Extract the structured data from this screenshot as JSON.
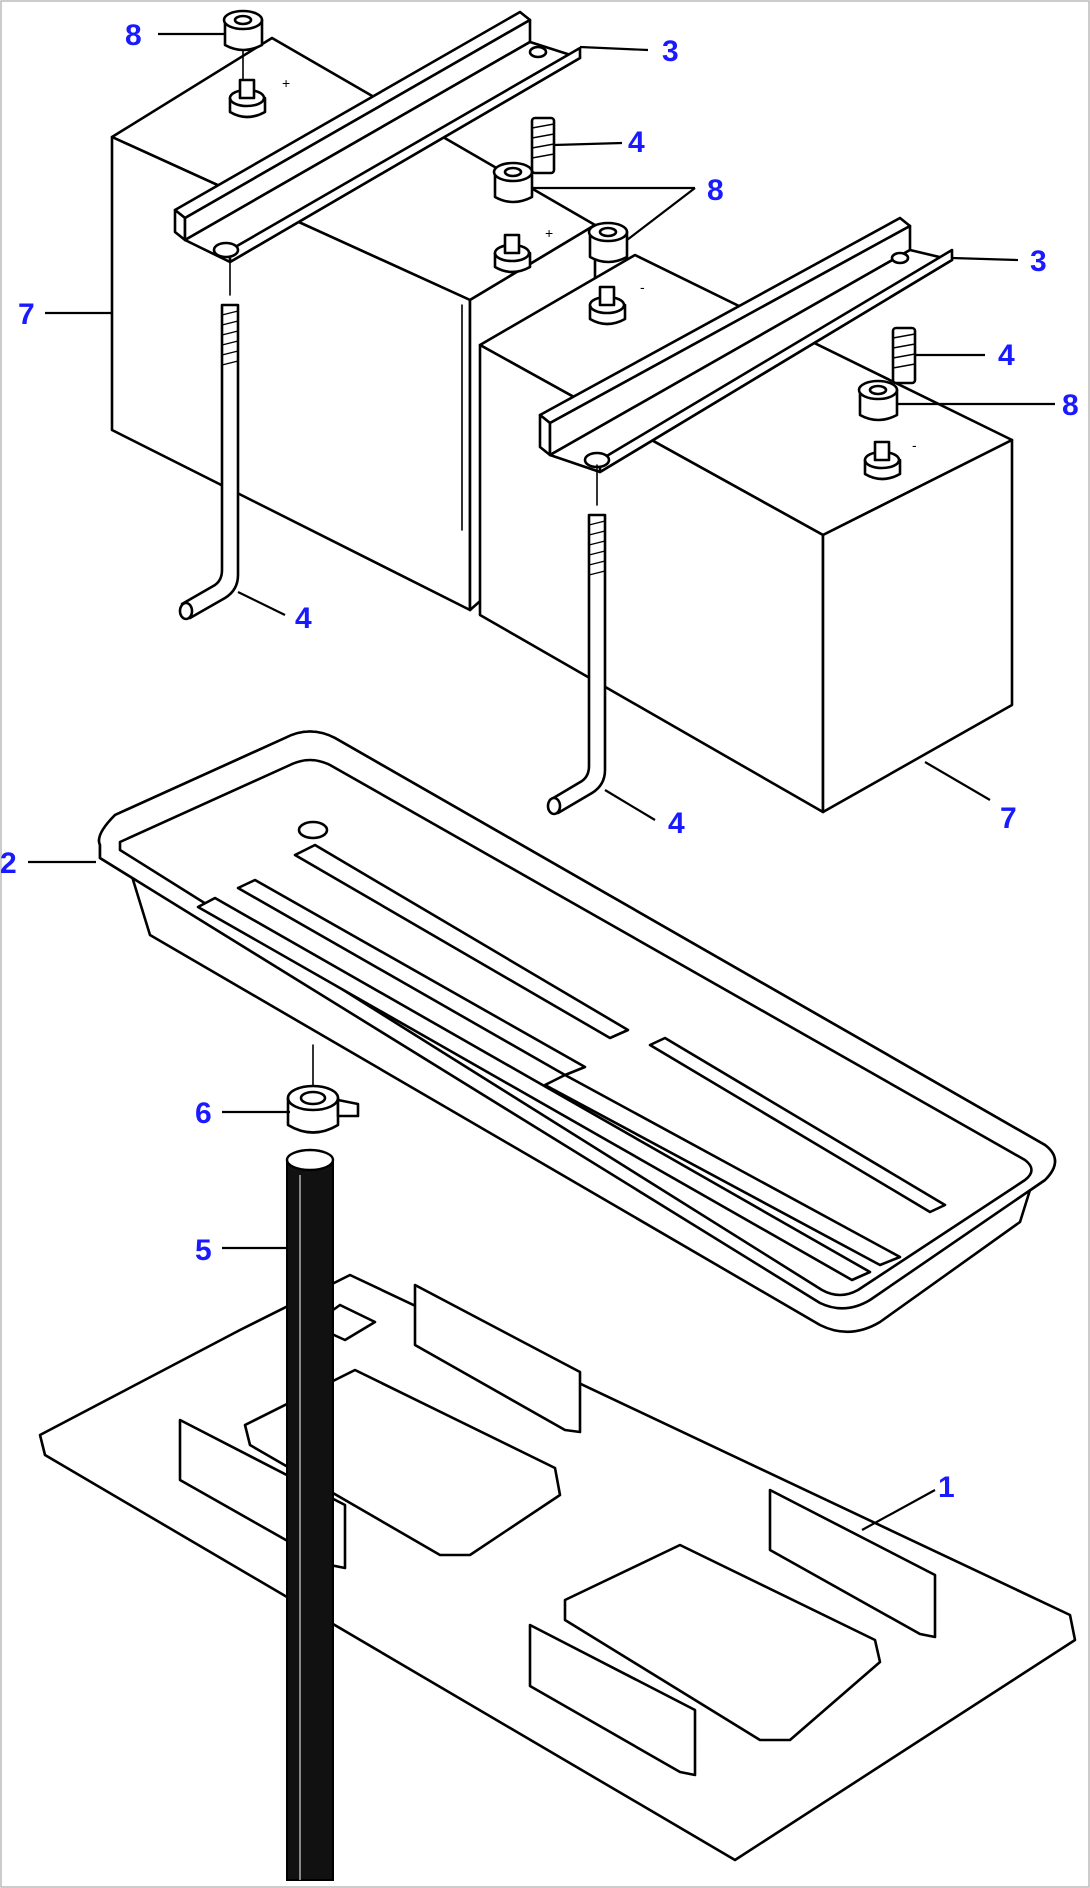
{
  "diagram": {
    "callouts": [
      {
        "id": "c8a",
        "text": "8"
      },
      {
        "id": "c3a",
        "text": "3"
      },
      {
        "id": "c4a",
        "text": "4"
      },
      {
        "id": "c8b",
        "text": "8"
      },
      {
        "id": "c7a",
        "text": "7"
      },
      {
        "id": "c3b",
        "text": "3"
      },
      {
        "id": "c4b",
        "text": "4"
      },
      {
        "id": "c8c",
        "text": "8"
      },
      {
        "id": "c4c",
        "text": "4"
      },
      {
        "id": "c4d",
        "text": "4"
      },
      {
        "id": "c7b",
        "text": "7"
      },
      {
        "id": "c2",
        "text": "2"
      },
      {
        "id": "c6",
        "text": "6"
      },
      {
        "id": "c5",
        "text": "5"
      },
      {
        "id": "c1",
        "text": "1"
      }
    ],
    "colors": {
      "callout": "#1a1aff",
      "line": "#000000",
      "background": "#ffffff"
    },
    "terminal_marks": [
      "+",
      "+",
      "-",
      "-"
    ]
  }
}
